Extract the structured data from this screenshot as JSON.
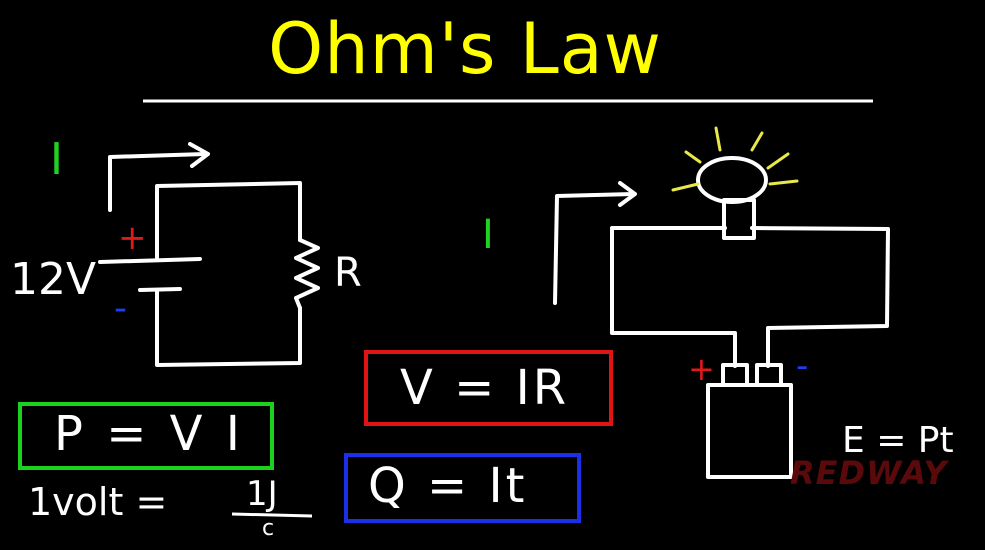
{
  "title": "Ohm's Law",
  "colors": {
    "title": "#ffff00",
    "current_label": "#21d321",
    "plus": "#e01919",
    "minus": "#1a3ef0",
    "power_box": "#1bd11b",
    "ohm_box": "#e01414",
    "charge_box": "#1a2fe6",
    "bulb_rays": "#e8e84a",
    "watermark": "#5a0a0a"
  },
  "left_circuit": {
    "current_label": "I",
    "plus": "+",
    "minus": "-",
    "voltage": "12V",
    "resistor_label": "R"
  },
  "right_circuit": {
    "current_label": "I",
    "plus": "+",
    "minus": "-"
  },
  "formulas": {
    "power": "P = V I",
    "ohm": "V = IR",
    "charge": "Q = It",
    "volt_definition": "1volt =",
    "volt_numerator": "1J",
    "volt_denominator": "c",
    "energy": "E = Pt"
  },
  "watermark": "REDWAY"
}
